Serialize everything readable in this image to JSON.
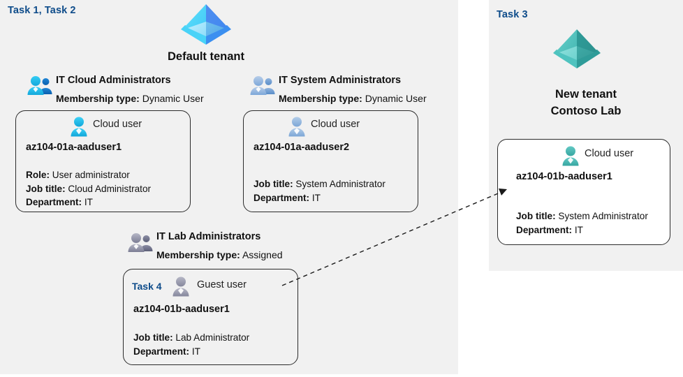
{
  "meta": {
    "colors": {
      "panel_bg": "#f1f1f1",
      "task_blue": "#0e4c8a",
      "tenant_default_icon": "#3aa0f3",
      "tenant_new_icon": "#49b9b4",
      "group_cyan": "#29c3f0",
      "group_blue": "#7da7d9",
      "group_gray": "#8d8fa6",
      "user_cyan": "#29c3f0",
      "user_blue": "#8fb3d9",
      "user_teal": "#4cb5b0",
      "user_gray": "#9a9aa8",
      "card_border": "#2b2b2b",
      "arrow": "#1a1a1a"
    }
  },
  "left_panel": {
    "task_label": "Task 1, Task 2",
    "tenant": {
      "icon": "azure-tenant-icon",
      "title": "Default tenant"
    },
    "groups": [
      {
        "icon": "users-group-icon",
        "name": "IT Cloud Administrators",
        "membership_label": "Membership type:",
        "membership_value": "Dynamic User",
        "card": {
          "user_icon": "cloud-user-icon",
          "user_type": "Cloud user",
          "username": "az104-01a-aaduser1",
          "attributes": [
            {
              "label": "Role:",
              "value": "User administrator"
            },
            {
              "label": "Job title:",
              "value": "Cloud Administrator"
            },
            {
              "label": "Department:",
              "value": "IT"
            }
          ]
        }
      },
      {
        "icon": "users-group-icon",
        "name": "IT System Administrators",
        "membership_label": "Membership type:",
        "membership_value": "Dynamic User",
        "card": {
          "user_icon": "cloud-user-icon",
          "user_type": "Cloud user",
          "username": "az104-01a-aaduser2",
          "attributes": [
            {
              "label": "Job title:",
              "value": "System Administrator"
            },
            {
              "label": "Department:",
              "value": "IT"
            }
          ]
        }
      },
      {
        "icon": "users-group-icon",
        "name": "IT Lab Administrators",
        "membership_label": "Membership type:",
        "membership_value": "Assigned",
        "card": {
          "task_label": "Task 4",
          "user_icon": "guest-user-icon",
          "user_type": "Guest user",
          "username": "az104-01b-aaduser1",
          "attributes": [
            {
              "label": "Job title:",
              "value": "Lab Administrator"
            },
            {
              "label": "Department:",
              "value": "IT"
            }
          ]
        }
      }
    ]
  },
  "right_panel": {
    "task_label": "Task 3",
    "tenant": {
      "icon": "azure-tenant-icon",
      "title_line1": "New  tenant",
      "title_line2": "Contoso Lab"
    },
    "card": {
      "user_icon": "cloud-user-icon",
      "user_type": "Cloud user",
      "username": "az104-01b-aaduser1",
      "attributes": [
        {
          "label": "Job title:",
          "value": "System Administrator"
        },
        {
          "label": "Department:",
          "value": "IT"
        }
      ]
    }
  },
  "connector": {
    "name": "guest-to-cloud-user-arrow",
    "style": "dashed-arrow",
    "from": "Task 4 Guest user az104-01b-aaduser1",
    "to": "New tenant Cloud user az104-01b-aaduser1"
  }
}
